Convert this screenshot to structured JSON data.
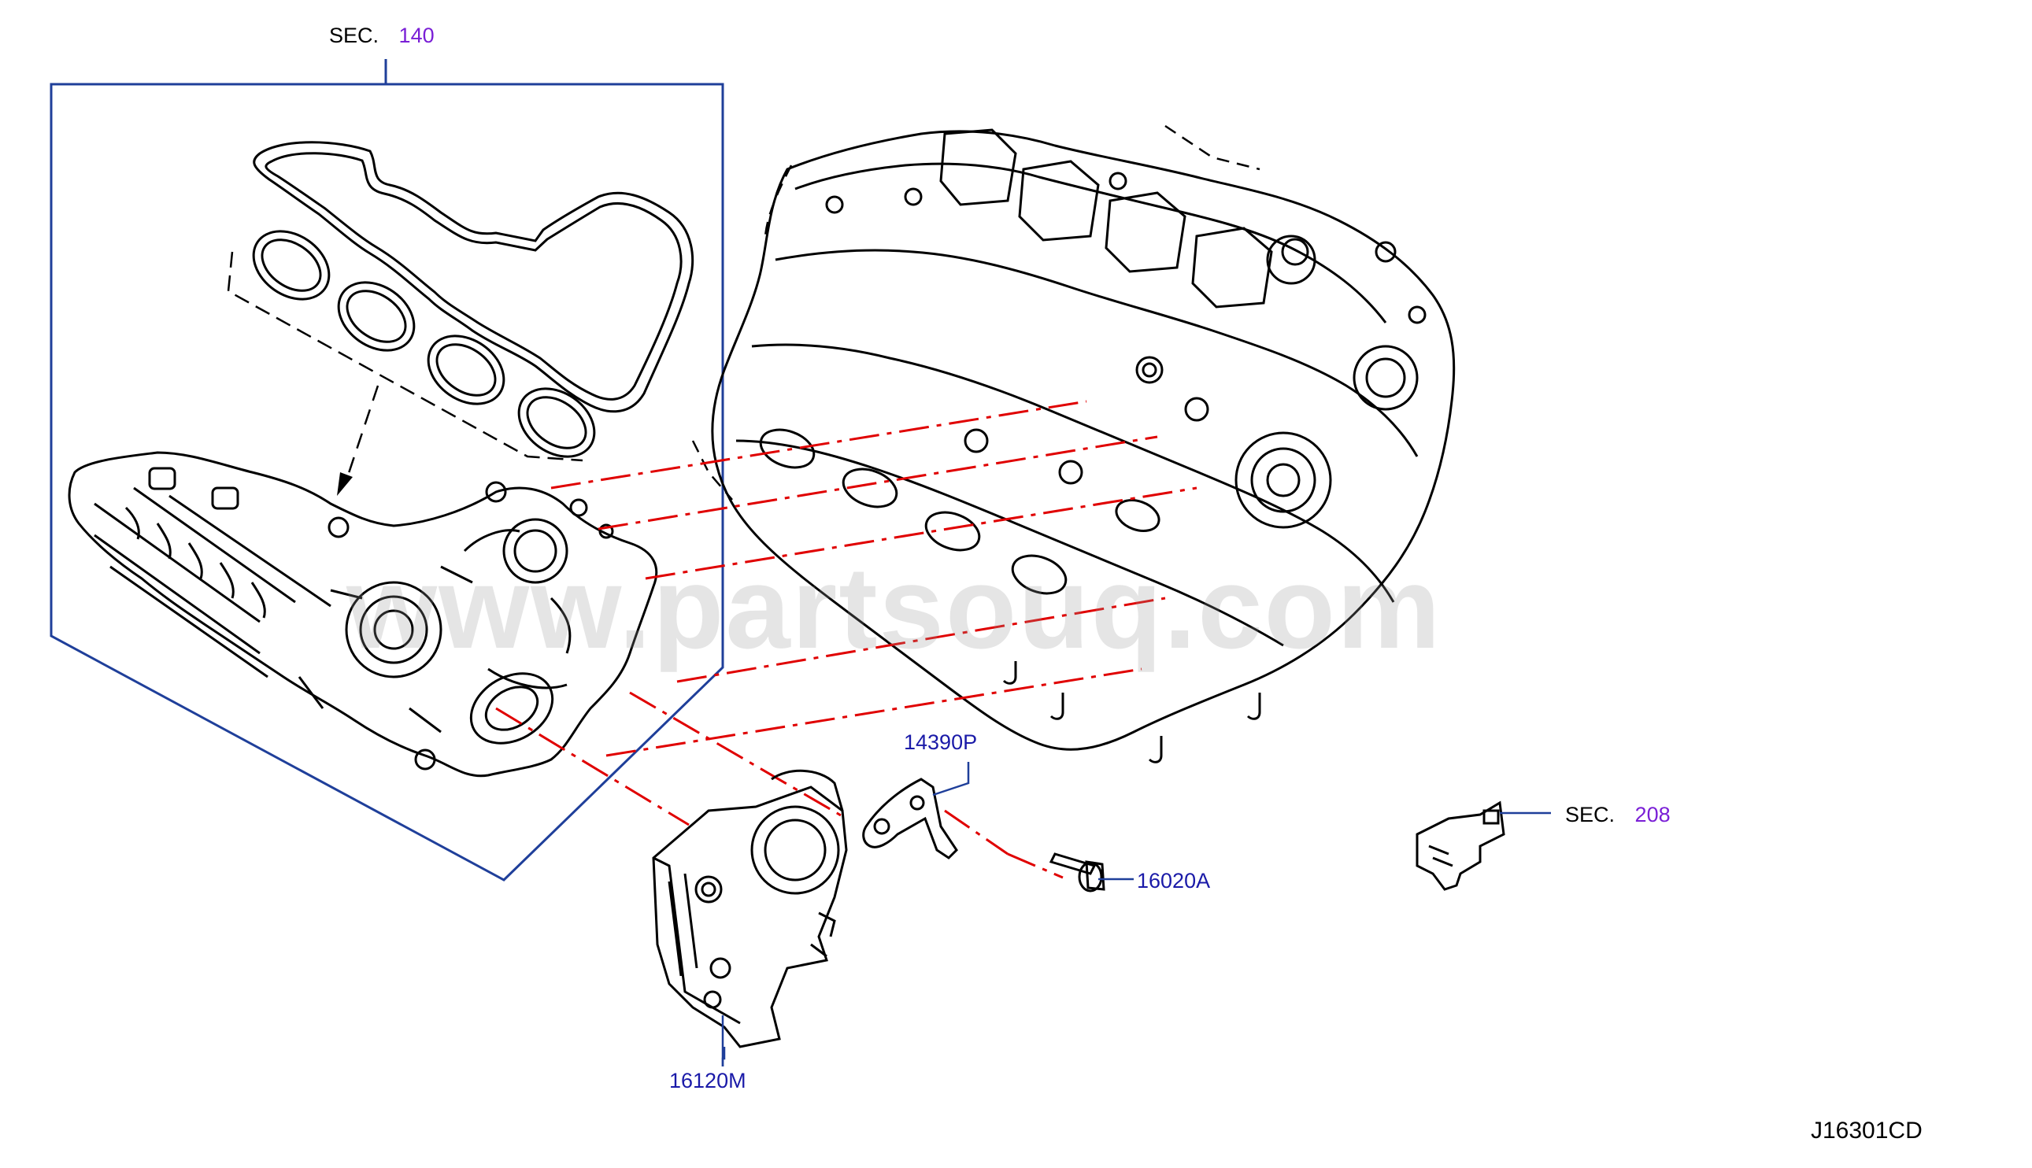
{
  "watermark": "www.partsouq.com",
  "callouts": {
    "sec140_prefix": "SEC.",
    "sec140_number": "140",
    "sec208_prefix": "SEC.",
    "sec208_number": "208",
    "part_14390P": "14390P",
    "part_16020A": "16020A",
    "part_16120M": "16120M"
  },
  "diagram_code": "J16301CD",
  "colors": {
    "frame": "#1f3f9a",
    "leader": "#1f3f9a",
    "dash_lines": "#e00000",
    "drawing": "#000000",
    "part_text": "#1a1aa8",
    "section_text": "#7a1fd6"
  }
}
